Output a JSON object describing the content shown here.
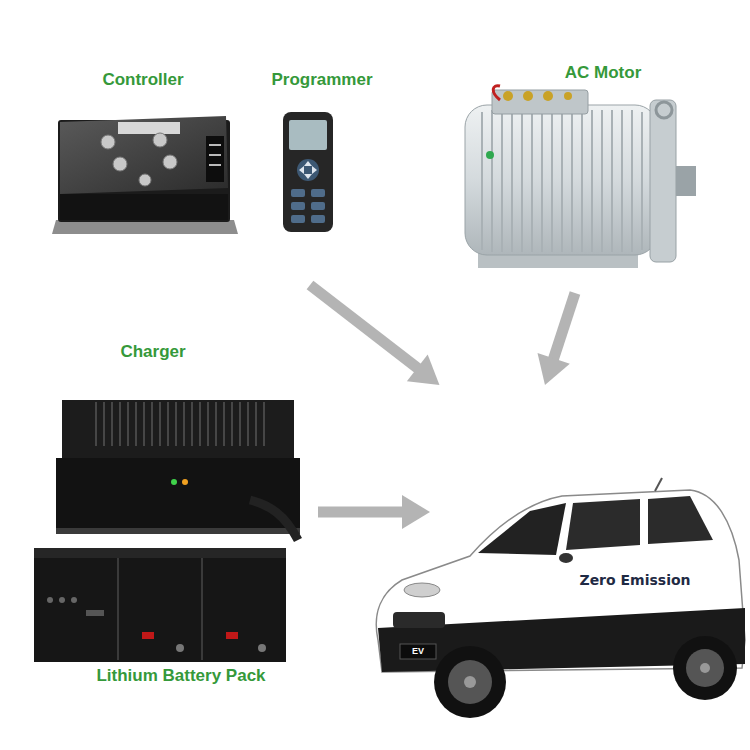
{
  "diagram": {
    "nodes": [
      {
        "text": [
          "Controller"
        ]
      },
      {
        "text": [
          "Programmer"
        ]
      },
      {
        "text": [
          "AC Motor"
        ]
      },
      {
        "text": [
          "Charger"
        ]
      },
      {
        "text": [
          "Lithium Battery Pack"
        ]
      },
      {
        "text": [
          "Zero Emission"
        ]
      }
    ],
    "edges": [
      {
        "from": 1,
        "to": 5,
        "arrow": "to"
      },
      {
        "from": 2,
        "to": 5,
        "arrow": "to"
      },
      {
        "from": 3,
        "to": 5,
        "arrow": "to"
      }
    ],
    "labels": [
      "EV"
    ]
  }
}
